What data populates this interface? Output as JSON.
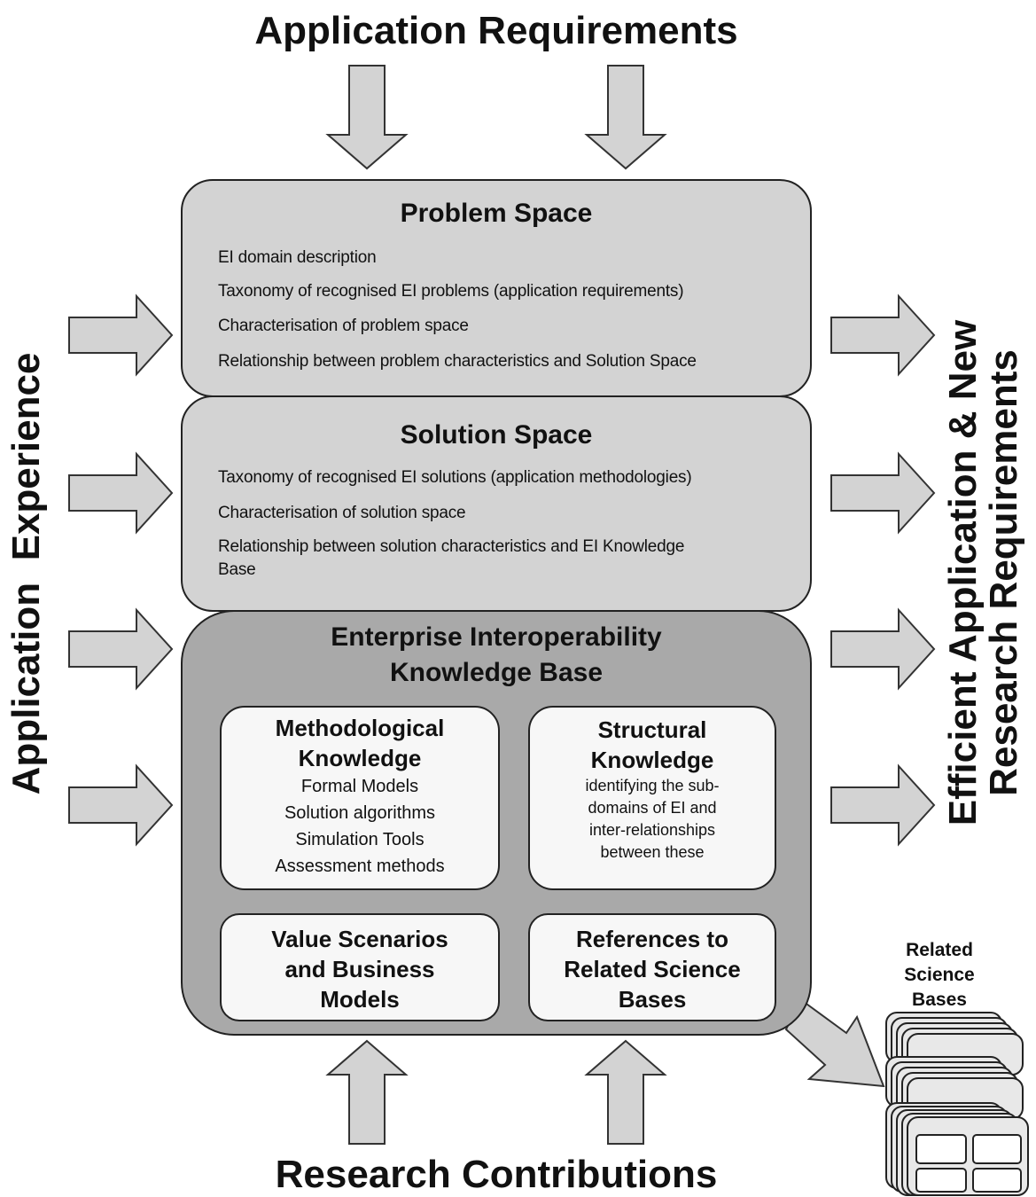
{
  "top_label": "Application Requirements",
  "bottom_label": "Research Contributions",
  "left_label": {
    "word1": "Application",
    "word2": "Experience"
  },
  "right_label": {
    "line1": "Efficient Application & New",
    "line2": "Research Requirements"
  },
  "problem_space": {
    "title": "Problem Space",
    "items": [
      "EI domain description",
      "Taxonomy of recognised EI problems (application requirements)",
      "Characterisation of problem space",
      "Relationship between problem characteristics and Solution Space"
    ]
  },
  "solution_space": {
    "title": "Solution Space",
    "items": [
      "Taxonomy of recognised EI solutions (application methodologies)",
      "Characterisation of solution space",
      "Relationship between solution characteristics and EI Knowledge",
      "Base"
    ]
  },
  "knowledge_base": {
    "title_line1": "Enterprise Interoperability",
    "title_line2": "Knowledge Base",
    "methodological": {
      "title_line1": "Methodological",
      "title_line2": "Knowledge",
      "items": [
        "Formal Models",
        "Solution algorithms",
        "Simulation Tools",
        "Assessment methods"
      ]
    },
    "structural": {
      "title_line1": "Structural",
      "title_line2": "Knowledge",
      "desc": [
        "identifying the sub-",
        "domains of EI and",
        "inter-relationships",
        "between these"
      ]
    },
    "value_scenarios": {
      "lines": [
        "Value Scenarios",
        "and Business",
        "Models"
      ]
    },
    "references": {
      "lines": [
        "References to",
        "Related Science",
        "Bases"
      ]
    }
  },
  "related_bases_label": [
    "Related",
    "Science",
    "Bases"
  ]
}
